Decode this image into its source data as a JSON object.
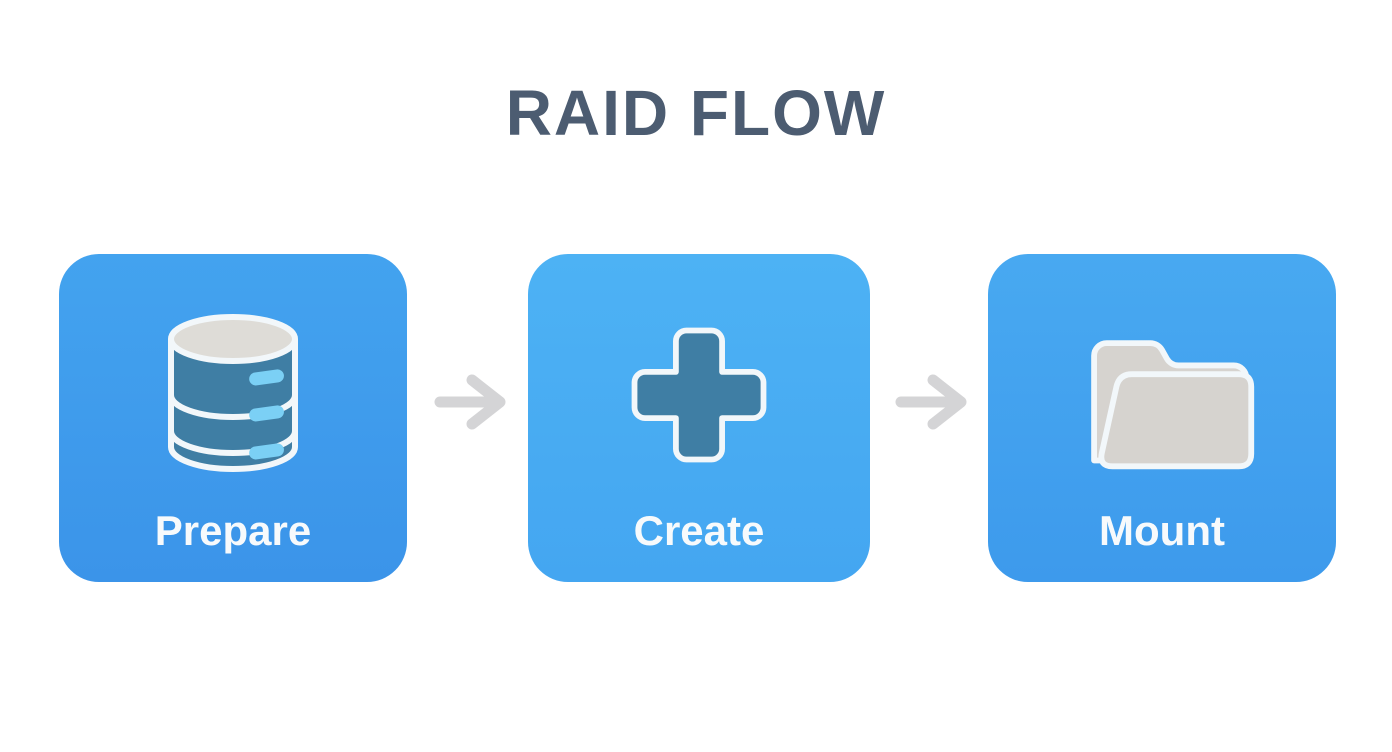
{
  "title": "RAID FLOW",
  "steps": [
    {
      "label": "Prepare",
      "icon": "database-icon"
    },
    {
      "label": "Create",
      "icon": "plus-icon"
    },
    {
      "label": "Mount",
      "icon": "folder-icon"
    }
  ],
  "connectors": [
    {
      "icon": "arrow-right-icon"
    },
    {
      "icon": "arrow-right-icon"
    }
  ],
  "colors": {
    "background": "#ffffff",
    "title": "#4c5c71",
    "card1_top": "#43a3ef",
    "card1_bottom": "#3b94e9",
    "card2_top": "#4db2f4",
    "card2_bottom": "#44a6f1",
    "card3_top": "#48a9f1",
    "card3_bottom": "#3d9aec",
    "icon_steel_blue": "#3f7ea4",
    "icon_outline": "#f2f7fa",
    "cylinder_top_gray": "#dedcd7",
    "pill_light_blue": "#7bd0f5",
    "folder_gray": "#d6d3cf",
    "arrow_gray": "#d4d4d6",
    "label": "#f7fafc"
  }
}
